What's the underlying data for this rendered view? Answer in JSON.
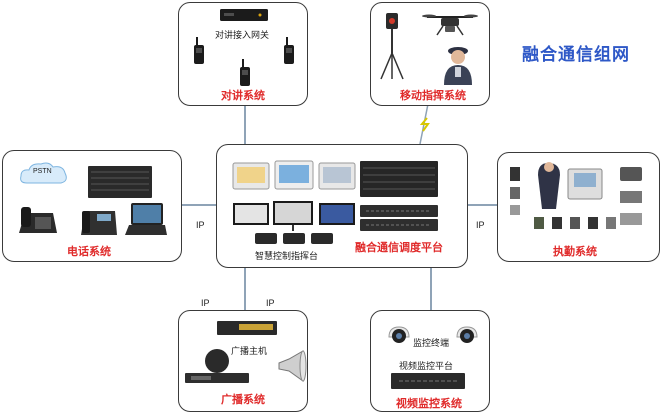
{
  "title": "融合通信组网",
  "center": {
    "platform_label": "融合通信调度平台",
    "console_label": "智慧控制指挥台"
  },
  "intercom": {
    "title": "对讲系统",
    "gateway_label": "对讲接入网关"
  },
  "mobile": {
    "title": "移动指挥系统"
  },
  "phone": {
    "title": "电话系统",
    "pstn_label": "PSTN"
  },
  "broadcast": {
    "title": "广播系统",
    "host_label": "广播主机"
  },
  "video": {
    "title": "视频监控系统",
    "terminal_label": "监控终端",
    "platform_label": "视频监控平台"
  },
  "enforcement": {
    "title": "执勤系统"
  },
  "links": {
    "ip_left": "IP",
    "ip_right": "IP",
    "ip_bottom_left": "IP",
    "ip_bottom_right": "IP"
  }
}
